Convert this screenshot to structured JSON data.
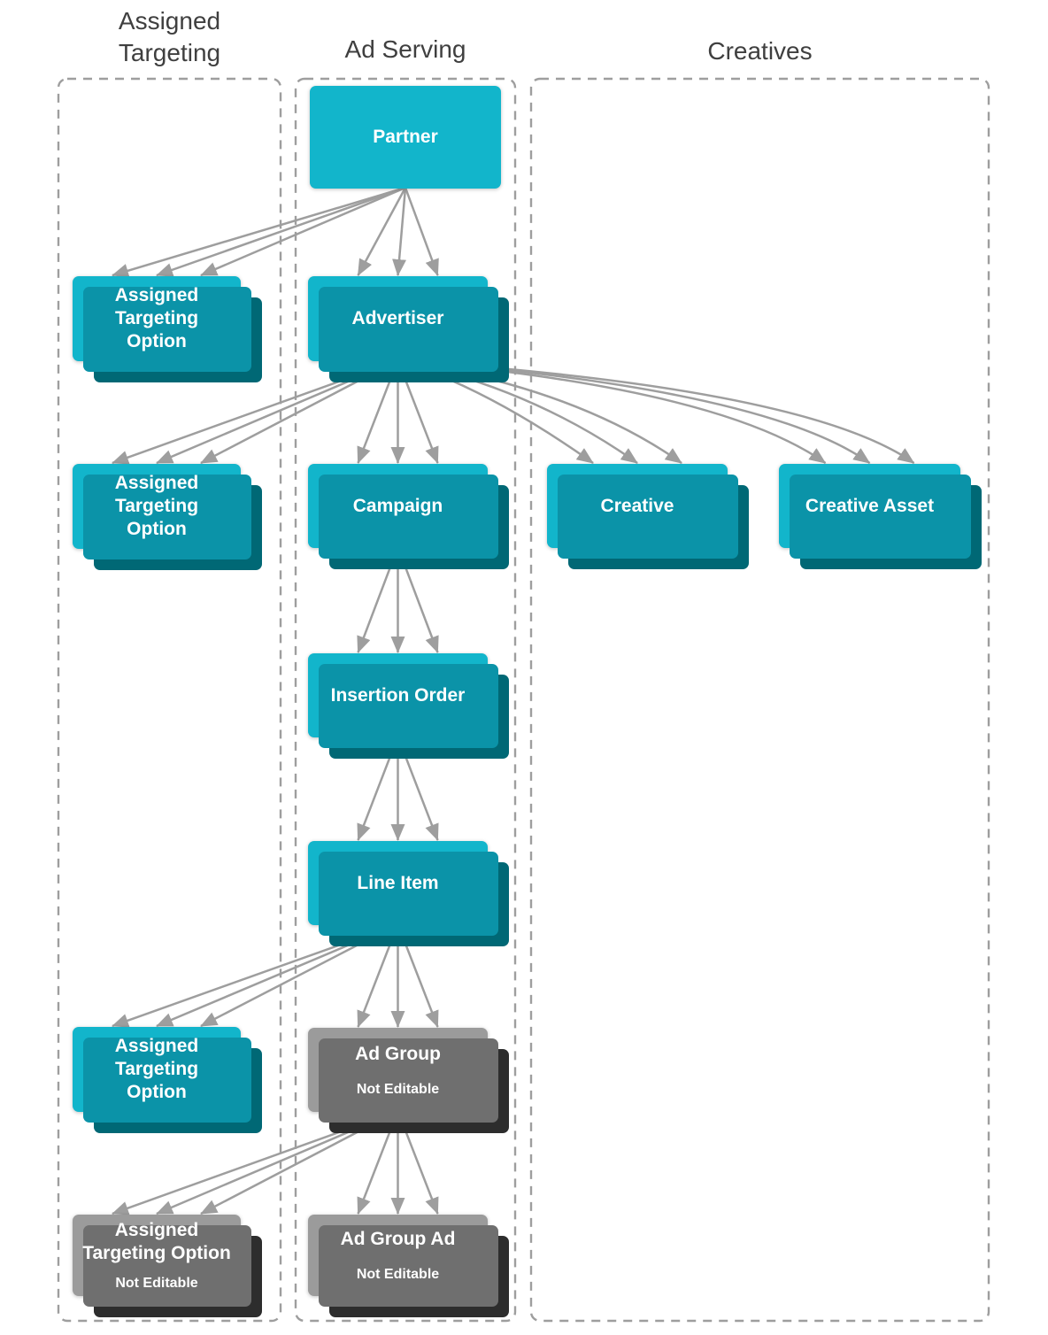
{
  "headers": [
    {
      "id": "assigned-targeting",
      "label": "Assigned\nTargeting"
    },
    {
      "id": "ad-serving",
      "label": "Ad Serving"
    },
    {
      "id": "creatives",
      "label": "Creatives"
    }
  ],
  "nodes": [
    {
      "id": "partner",
      "label": "Partner",
      "editable": true
    },
    {
      "id": "ato-partner",
      "label": "Assigned Targeting Option",
      "editable": true
    },
    {
      "id": "advertiser",
      "label": "Advertiser",
      "editable": true
    },
    {
      "id": "ato-advertiser",
      "label": "Assigned Targeting Option",
      "editable": true
    },
    {
      "id": "campaign",
      "label": "Campaign",
      "editable": true
    },
    {
      "id": "creative",
      "label": "Creative",
      "editable": true
    },
    {
      "id": "creative-asset",
      "label": "Creative Asset",
      "editable": true
    },
    {
      "id": "insertion-order",
      "label": "Insertion Order",
      "editable": true
    },
    {
      "id": "line-item",
      "label": "Line Item",
      "editable": true
    },
    {
      "id": "ato-line-item",
      "label": "Assigned Targeting Option",
      "editable": true
    },
    {
      "id": "ad-group",
      "label": "Ad Group",
      "sublabel": "Not Editable",
      "editable": false
    },
    {
      "id": "ato-ad-group",
      "label": "Assigned Targeting Option",
      "sublabel": "Not Editable",
      "editable": false
    },
    {
      "id": "ad-group-ad",
      "label": "Ad Group Ad",
      "sublabel": "Not Editable",
      "editable": false
    }
  ],
  "edges": [
    {
      "from": "partner",
      "to": "ato-partner"
    },
    {
      "from": "partner",
      "to": "advertiser"
    },
    {
      "from": "advertiser",
      "to": "ato-advertiser"
    },
    {
      "from": "advertiser",
      "to": "campaign"
    },
    {
      "from": "advertiser",
      "to": "creative",
      "curved": true
    },
    {
      "from": "advertiser",
      "to": "creative-asset",
      "curved": true
    },
    {
      "from": "campaign",
      "to": "insertion-order"
    },
    {
      "from": "insertion-order",
      "to": "line-item"
    },
    {
      "from": "line-item",
      "to": "ato-line-item"
    },
    {
      "from": "line-item",
      "to": "ad-group"
    },
    {
      "from": "ad-group",
      "to": "ato-ad-group"
    },
    {
      "from": "ad-group",
      "to": "ad-group-ad"
    }
  ],
  "colors": {
    "editable_box": "#12b5cb",
    "editable_stack_mid": "#0b93a8",
    "editable_stack_dark": "#006875",
    "not_editable_box": "#9b9b9b",
    "not_editable_stack_mid": "#6f6f6f",
    "not_editable_stack_dark": "#2d2d2d",
    "arrow": "#9e9e9e",
    "dashed_border": "#9e9e9e",
    "header_text": "#3f3f3f",
    "box_text": "#ffffff"
  }
}
